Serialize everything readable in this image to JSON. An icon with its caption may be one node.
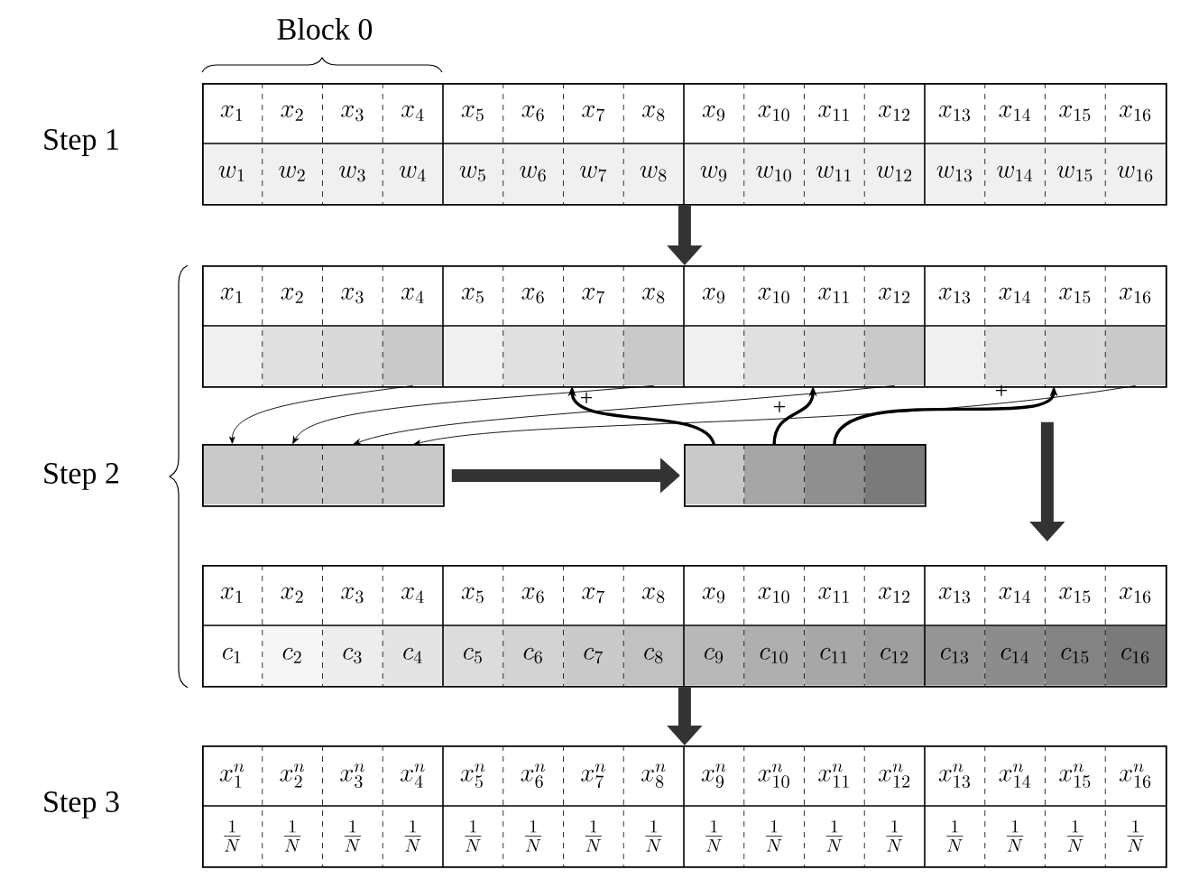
{
  "diagram": {
    "nodes": [
      {
        "text": [
          "x_{1}",
          "x_{2}",
          "x_{3}",
          "x_{4}",
          "x_{5}",
          "x_{6}",
          "x_{7}",
          "x_{8}",
          "x_{9}",
          "x_{10}",
          "x_{11}",
          "x_{12}",
          "x_{13}",
          "x_{14}",
          "x_{15}",
          "x_{16}",
          "w_{1}",
          "w_{2}",
          "w_{3}",
          "w_{4}",
          "w_{5}",
          "w_{6}",
          "w_{7}",
          "w_{8}",
          "w_{9}",
          "w_{10}",
          "w_{11}",
          "w_{12}",
          "w_{13}",
          "w_{14}",
          "w_{15}",
          "w_{16}"
        ]
      },
      {
        "text": [
          "x_{1}",
          "x_{2}",
          "x_{3}",
          "x_{4}",
          "x_{5}",
          "x_{6}",
          "x_{7}",
          "x_{8}",
          "x_{9}",
          "x_{10}",
          "x_{11}",
          "x_{12}",
          "x_{13}",
          "x_{14}",
          "x_{15}",
          "x_{16}"
        ]
      },
      {
        "text": [],
        "shape": "box",
        "in": 1
      },
      {
        "text": [],
        "shape": "box",
        "in": 1
      },
      {
        "text": [],
        "shape": "box",
        "in": 1
      },
      {
        "text": [],
        "shape": "box",
        "in": 1
      },
      {
        "text": [],
        "shape": "box",
        "in": 1
      },
      {
        "text": [],
        "shape": "box",
        "in": 1
      },
      {
        "text": [],
        "shape": "box",
        "in": 1
      },
      {
        "text": [],
        "shape": "box",
        "in": 1
      },
      {
        "text": [],
        "shape": "box",
        "in": 1
      },
      {
        "text": [],
        "shape": "box",
        "in": 1
      },
      {
        "text": [],
        "shape": "box",
        "in": 1
      },
      {
        "text": [],
        "shape": "box",
        "in": 1
      },
      {
        "text": [],
        "shape": "box",
        "in": 1
      },
      {
        "text": [],
        "shape": "box",
        "in": 1
      },
      {
        "text": [],
        "shape": "box",
        "in": 1
      },
      {
        "text": [],
        "shape": "box",
        "in": 1
      },
      {
        "text": [],
        "shape": "box"
      },
      {
        "text": [],
        "shape": "box",
        "in": 18
      },
      {
        "text": [],
        "shape": "box",
        "in": 18
      },
      {
        "text": [],
        "shape": "box",
        "in": 18
      },
      {
        "text": [],
        "shape": "box",
        "in": 18
      },
      {
        "text": [],
        "shape": "box"
      },
      {
        "text": [],
        "shape": "box",
        "in": 23
      },
      {
        "text": [],
        "shape": "box",
        "in": 23
      },
      {
        "text": [],
        "shape": "box",
        "in": 23
      },
      {
        "text": [],
        "shape": "box",
        "in": 23
      },
      {
        "text": [
          "x_{1}",
          "x_{2}",
          "x_{3}",
          "x_{4}",
          "x_{5}",
          "x_{6}",
          "x_{7}",
          "x_{8}",
          "x_{9}",
          "x_{10}",
          "x_{11}",
          "x_{12}",
          "x_{13}",
          "x_{14}",
          "x_{15}",
          "x_{16}",
          "c_{1}",
          "c_{2}",
          "c_{3}",
          "c_{4}",
          "c_{5}",
          "c_{6}",
          "c_{7}",
          "c_{8}",
          "c_{9}",
          "c_{10}",
          "c_{11}",
          "c_{12}",
          "c_{13}",
          "c_{14}",
          "c_{15}",
          "c_{16}"
        ]
      },
      {
        "text": [
          "x^{n}_{1}",
          "x^{n}_{2}",
          "x^{n}_{3}",
          "x^{n}_{4}",
          "x^{n}_{5}",
          "x^{n}_{6}",
          "x^{n}_{7}",
          "x^{n}_{8}",
          "x^{n}_{9}",
          "x^{n}_{10}",
          "x^{n}_{11}",
          "x^{n}_{12}",
          "x^{n}_{13}",
          "x^{n}_{14}",
          "x^{n}_{15}",
          "x^{n}_{16}",
          "\\frac{1}{N}",
          "\\frac{1}{N}",
          "\\frac{1}{N}",
          "\\frac{1}{N}",
          "\\frac{1}{N}",
          "\\frac{1}{N}",
          "\\frac{1}{N}",
          "\\frac{1}{N}",
          "\\frac{1}{N}",
          "\\frac{1}{N}",
          "\\frac{1}{N}",
          "\\frac{1}{N}",
          "\\frac{1}{N}",
          "\\frac{1}{N}",
          "\\frac{1}{N}",
          "\\frac{1}{N}"
        ]
      }
    ],
    "edges": [
      {
        "from": 0,
        "to": 1,
        "arrow": "to",
        "style": "thick",
        "color": "#333333"
      },
      {
        "from": 5,
        "to": 19,
        "arrow": "to"
      },
      {
        "from": 9,
        "to": 20,
        "arrow": "to"
      },
      {
        "from": 13,
        "to": 21,
        "arrow": "to"
      },
      {
        "from": 17,
        "to": 22,
        "arrow": "to"
      },
      {
        "from": 24,
        "to": 8,
        "arrow": "to"
      },
      {
        "from": 25,
        "to": 12,
        "arrow": "to"
      },
      {
        "from": 26,
        "to": 16,
        "arrow": "to"
      },
      {
        "from": 18,
        "to": 23,
        "arrow": "to",
        "style": "thick",
        "color": "#333333"
      },
      {
        "from": 1,
        "to": 28,
        "arrow": "to",
        "style": "thick",
        "color": "#333333"
      },
      {
        "from": 28,
        "to": 29,
        "arrow": "to",
        "style": "thick",
        "color": "#333333"
      }
    ],
    "labels": [
      "Block 0",
      "Step 1",
      "+",
      "+",
      "+",
      "Step 2",
      "Step 3"
    ]
  }
}
